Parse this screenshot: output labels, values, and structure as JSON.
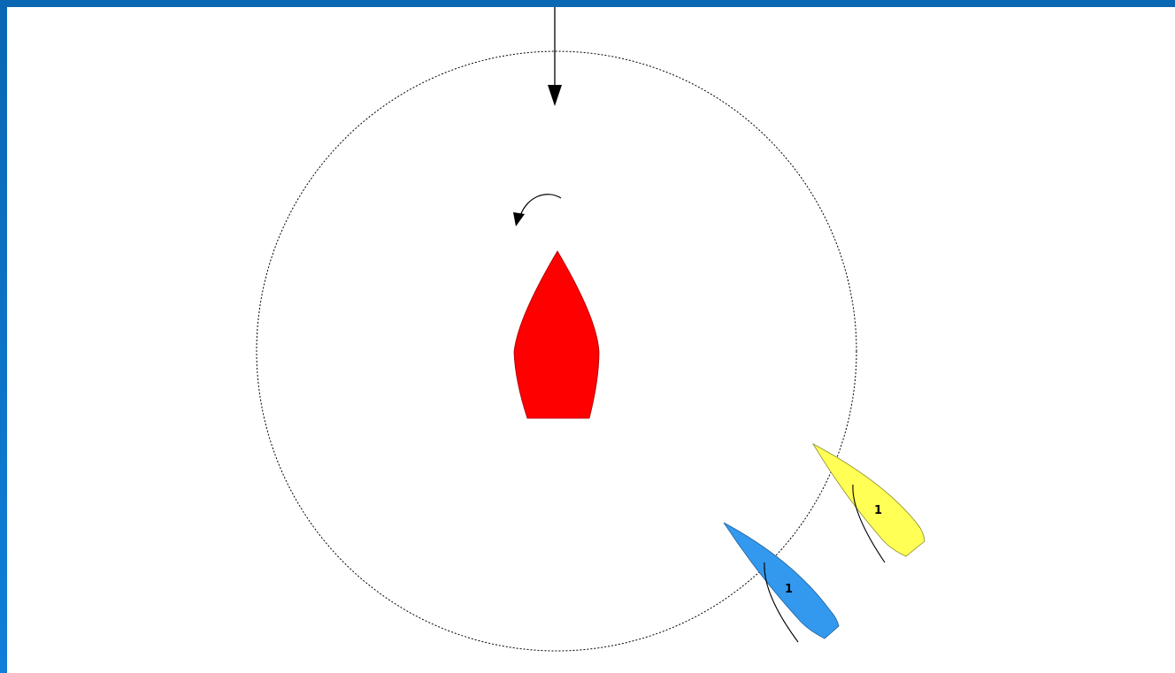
{
  "diagram": {
    "colors": {
      "background": "#ffffff",
      "frame": "#0a67b3",
      "mark": "#ff0000",
      "boat_yellow": "#ffff55",
      "boat_blue": "#3399ee",
      "line": "#000000"
    },
    "boats": [
      {
        "id": "yellow-boat",
        "label": "1"
      },
      {
        "id": "blue-boat",
        "label": "1"
      }
    ]
  }
}
